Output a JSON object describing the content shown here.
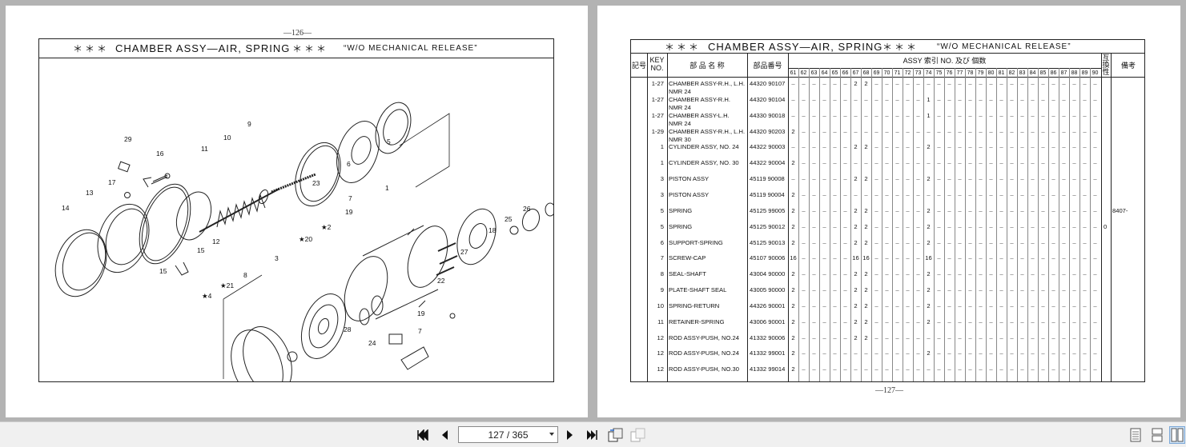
{
  "left_page": {
    "page_number": "—126—",
    "title": {
      "stars_left": "＊＊＊",
      "name": "CHAMBER ASSY—AIR, SPRING",
      "stars_right": "＊＊＊",
      "note": "“W/O MECHANICAL RELEASE”"
    },
    "callouts": [
      "29",
      "16",
      "17",
      "13",
      "14",
      "15",
      "15",
      "11",
      "10",
      "9",
      "12",
      "23",
      "6",
      "5",
      "7",
      "19",
      "1",
      "★2",
      "★20",
      "3",
      "8",
      "★21",
      "★4",
      "28",
      "24",
      "19",
      "7",
      "22",
      "25",
      "18",
      "26",
      "27"
    ]
  },
  "right_page": {
    "page_number": "—127—",
    "title": {
      "stars_left": "＊＊＊",
      "name": "CHAMBER ASSY—AIR, SPRING",
      "stars_right": "＊＊＊",
      "note": "“W/O MECHANICAL RELEASE”"
    },
    "headers": {
      "symbol": "記号",
      "key_no_1": "KEY",
      "key_no_2": "NO.",
      "part_name": "部 品 名 称",
      "part_no": "部品番号",
      "assy": "ASSY 索引 NO. 及び 個数",
      "interchange_1": "互",
      "interchange_2": "換",
      "interchange_3": "性",
      "remarks": "備考"
    },
    "assy_columns": [
      "61",
      "62",
      "63",
      "64",
      "65",
      "66",
      "67",
      "68",
      "69",
      "70",
      "71",
      "72",
      "73",
      "74",
      "75",
      "76",
      "77",
      "78",
      "79",
      "80",
      "81",
      "82",
      "83",
      "84",
      "85",
      "86",
      "87",
      "88",
      "89",
      "90"
    ],
    "rows": [
      {
        "key": "1-27",
        "name": "CHAMBER ASSY-R.H., L.H.",
        "name2": "NMR 24",
        "part": "44320 90107",
        "vals": {
          "67": "2",
          "68": "2"
        },
        "ic": "",
        "rem": ""
      },
      {
        "key": "1-27",
        "name": "CHAMBER ASSY-R.H.",
        "name2": "NMR 24",
        "part": "44320 90104",
        "vals": {
          "74": "1"
        },
        "ic": "",
        "rem": ""
      },
      {
        "key": "1-27",
        "name": "CHAMBER ASSY-L.H.",
        "name2": "NMR 24",
        "part": "44330 90018",
        "vals": {
          "74": "1"
        },
        "ic": "",
        "rem": ""
      },
      {
        "key": "1-29",
        "name": "CHAMBER ASSY-R.H., L.H.",
        "name2": "NMR 30",
        "part": "44320 90203",
        "vals": {
          "61": "2"
        },
        "ic": "",
        "rem": ""
      },
      {
        "key": "1",
        "name": "CYLINDER ASSY, NO. 24",
        "name2": "",
        "part": "44322 90003",
        "vals": {
          "67": "2",
          "68": "2",
          "74": "2"
        },
        "ic": "",
        "rem": ""
      },
      {
        "key": "1",
        "name": "CYLINDER ASSY, NO. 30",
        "name2": "",
        "part": "44322 90004",
        "vals": {
          "61": "2"
        },
        "ic": "",
        "rem": ""
      },
      {
        "key": "3",
        "name": "PISTON ASSY",
        "name2": "",
        "part": "45119 90008",
        "vals": {
          "67": "2",
          "68": "2",
          "74": "2"
        },
        "ic": "",
        "rem": ""
      },
      {
        "key": "3",
        "name": "PISTON ASSY",
        "name2": "",
        "part": "45119 90004",
        "vals": {
          "61": "2"
        },
        "ic": "",
        "rem": ""
      },
      {
        "key": "5",
        "name": "SPRING",
        "name2": "",
        "part": "45125 99005",
        "vals": {
          "61": "2",
          "67": "2",
          "68": "2",
          "74": "2"
        },
        "ic": "",
        "rem": "8407-"
      },
      {
        "key": "5",
        "name": "SPRING",
        "name2": "",
        "part": "45125 90012",
        "vals": {
          "61": "2",
          "67": "2",
          "68": "2",
          "74": "2"
        },
        "ic": "0",
        "rem": ""
      },
      {
        "key": "6",
        "name": "SUPPORT-SPRING",
        "name2": "",
        "part": "45125 90013",
        "vals": {
          "61": "2",
          "67": "2",
          "68": "2",
          "74": "2"
        },
        "ic": "",
        "rem": ""
      },
      {
        "key": "7",
        "name": "SCREW-CAP",
        "name2": "",
        "part": "45107 90006",
        "vals": {
          "61": "16",
          "67": "16",
          "68": "16",
          "74": "16"
        },
        "ic": "",
        "rem": ""
      },
      {
        "key": "8",
        "name": "SEAL-SHAFT",
        "name2": "",
        "part": "43004 90000",
        "vals": {
          "61": "2",
          "67": "2",
          "68": "2",
          "74": "2"
        },
        "ic": "",
        "rem": ""
      },
      {
        "key": "9",
        "name": "PLATE-SHAFT SEAL",
        "name2": "",
        "part": "43005 90000",
        "vals": {
          "61": "2",
          "67": "2",
          "68": "2",
          "74": "2"
        },
        "ic": "",
        "rem": ""
      },
      {
        "key": "10",
        "name": "SPRING-RETURN",
        "name2": "",
        "part": "44326 90001",
        "vals": {
          "61": "2",
          "67": "2",
          "68": "2",
          "74": "2"
        },
        "ic": "",
        "rem": ""
      },
      {
        "key": "11",
        "name": "RETAINER-SPRING",
        "name2": "",
        "part": "43006 90001",
        "vals": {
          "61": "2",
          "67": "2",
          "68": "2",
          "74": "2"
        },
        "ic": "",
        "rem": ""
      },
      {
        "key": "12",
        "name": "ROD ASSY-PUSH, NO.24",
        "name2": "",
        "part": "41332 90006",
        "vals": {
          "61": "2",
          "67": "2",
          "68": "2"
        },
        "ic": "",
        "rem": ""
      },
      {
        "key": "12",
        "name": "ROD ASSY-PUSH, NO.24",
        "name2": "",
        "part": "41332 99001",
        "vals": {
          "61": "2",
          "74": "2"
        },
        "ic": "",
        "rem": ""
      },
      {
        "key": "12",
        "name": "ROD ASSY-PUSH, NO.30",
        "name2": "",
        "part": "41332 99014",
        "vals": {
          "61": "2"
        },
        "ic": "",
        "rem": ""
      }
    ]
  },
  "toolbar": {
    "page_indicator": "127 / 365",
    "icons": [
      "first-page-icon",
      "prev-page-icon",
      "next-page-icon",
      "last-page-icon",
      "rotate-icon",
      "copy-icon",
      "single-page-view-icon",
      "continuous-view-icon",
      "two-page-view-icon"
    ]
  },
  "colors": {
    "background": "#b3b3b3",
    "toolbar": "#f0f0f0",
    "ink": "#111111"
  }
}
